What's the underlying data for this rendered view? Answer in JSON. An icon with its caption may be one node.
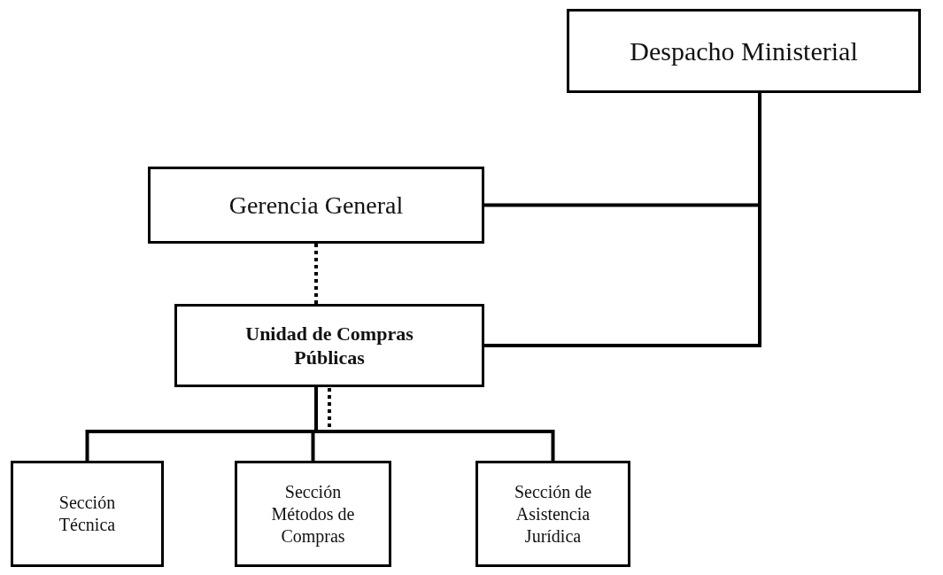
{
  "diagram": {
    "nodes": [
      {
        "text": [
          "Despacho Ministerial"
        ]
      },
      {
        "text": [
          "Gerencia General"
        ]
      },
      {
        "text": [
          "Unidad de Compras Públicas"
        ]
      },
      {
        "text": [
          "Sección Técnica"
        ]
      },
      {
        "text": [
          "Sección Métodos de Compras"
        ]
      },
      {
        "text": [
          "Sección de Asistencia Jurídica"
        ]
      }
    ],
    "edges": [
      {
        "from": 0,
        "to": 1,
        "arrow": "none"
      },
      {
        "from": 0,
        "to": 2,
        "arrow": "none"
      },
      {
        "from": 1,
        "to": 2,
        "arrow": "none",
        "style": "dashed"
      },
      {
        "from": 2,
        "to": 3,
        "arrow": "none"
      },
      {
        "from": 2,
        "to": 4,
        "arrow": "none"
      },
      {
        "from": 2,
        "to": 5,
        "arrow": "none"
      }
    ]
  }
}
